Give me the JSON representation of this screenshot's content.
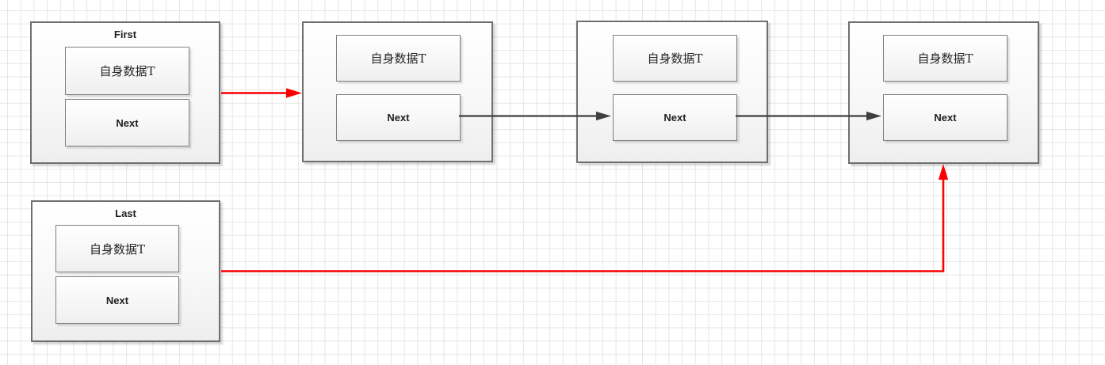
{
  "diagram": {
    "type": "linked-list",
    "colors": {
      "pointer_red": "#fb0000",
      "pointer_dark": "#3f3f3f",
      "box_border": "#6f6f6f",
      "grid_line": "#e6e6e6",
      "canvas_bg": "#ffffff",
      "text": "#1f1f1f"
    },
    "nodes": {
      "first": {
        "title": "First",
        "data_field": "自身数据T",
        "next_field": "Next"
      },
      "node2": {
        "data_field": "自身数据T",
        "next_field": "Next"
      },
      "node3": {
        "data_field": "自身数据T",
        "next_field": "Next"
      },
      "node4": {
        "data_field": "自身数据T",
        "next_field": "Next"
      },
      "last": {
        "title": "Last",
        "data_field": "自身数据T",
        "next_field": "Next"
      }
    }
  }
}
